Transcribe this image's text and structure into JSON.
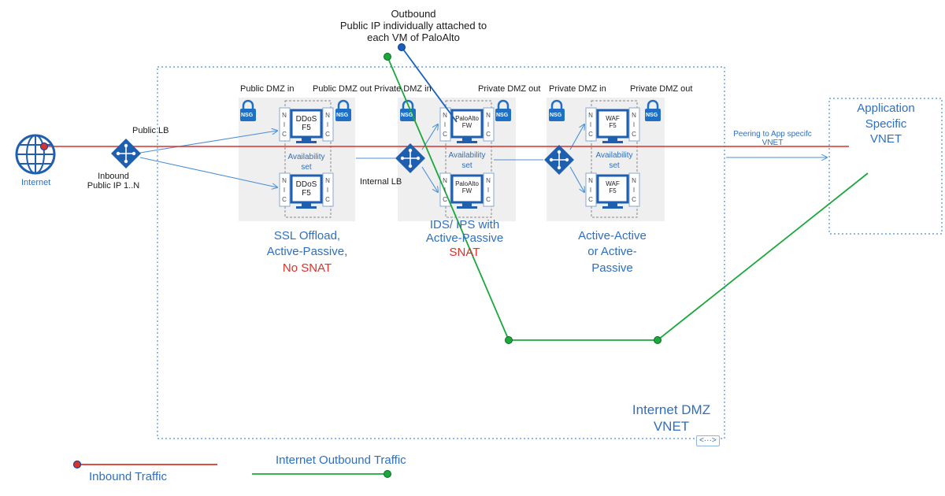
{
  "title": {
    "outbound": "Outbound",
    "outbound_line2": "Public IP individually attached to",
    "outbound_line3": "each VM of PaloAlto"
  },
  "internet": {
    "label": "Internet",
    "icon": "globe-icon"
  },
  "public_lb": {
    "label": "Public LB",
    "inbound_line1": "Inbound",
    "inbound_line2": "Public IP 1..N"
  },
  "internal_lb": {
    "label": "Internal LB"
  },
  "stage1": {
    "in_label": "Public DMZ in",
    "out_label": "Public DMZ out",
    "vm_top": [
      "DDoS",
      "F5"
    ],
    "vm_bottom": [
      "DDoS",
      "F5"
    ],
    "availability": [
      "Availability",
      "set"
    ],
    "caption_line1": "SSL Offload,",
    "caption_line2": "Active-Passive,",
    "caption_line3": "No SNAT"
  },
  "stage2": {
    "in_label": "Private DMZ in",
    "out_label": "Private DMZ out",
    "vm_top": [
      "PaloAlto",
      "FW"
    ],
    "vm_bottom": [
      "PaloAlto",
      "FW"
    ],
    "availability": [
      "Availability",
      "set"
    ],
    "caption_line1": "IDS/ IPS with",
    "caption_line2": "Active-Passive",
    "caption_line3": "SNAT"
  },
  "stage3": {
    "in_label": "Private DMZ in",
    "out_label": "Private DMZ out",
    "vm_top": [
      "WAF",
      "F5"
    ],
    "vm_bottom": [
      "WAF",
      "F5"
    ],
    "availability": [
      "Availability",
      "set"
    ],
    "caption_line1": "Active-Active",
    "caption_line2": "or Active-",
    "caption_line3": "Passive"
  },
  "nsg_label": "NSG",
  "nic_letters": [
    "N",
    "I",
    "C"
  ],
  "peering": {
    "line1": "Peering to App specifc",
    "line2": "VNET"
  },
  "app_vnet": {
    "line1": "Application",
    "line2": "Specific",
    "line3": "VNET"
  },
  "dmz_vnet": {
    "line1": "Internet DMZ",
    "line2": "VNET",
    "badge": "<···>"
  },
  "legend": {
    "inbound": "Inbound Traffic",
    "outbound": "Internet Outbound Traffic"
  },
  "colors": {
    "inbound": "#d9342b",
    "outbound": "#1ba73c",
    "blue": "#2e6fbf",
    "accent_blue": "#2b7cd3",
    "panel": "#efefef",
    "nsg": "#1f6fc5"
  }
}
